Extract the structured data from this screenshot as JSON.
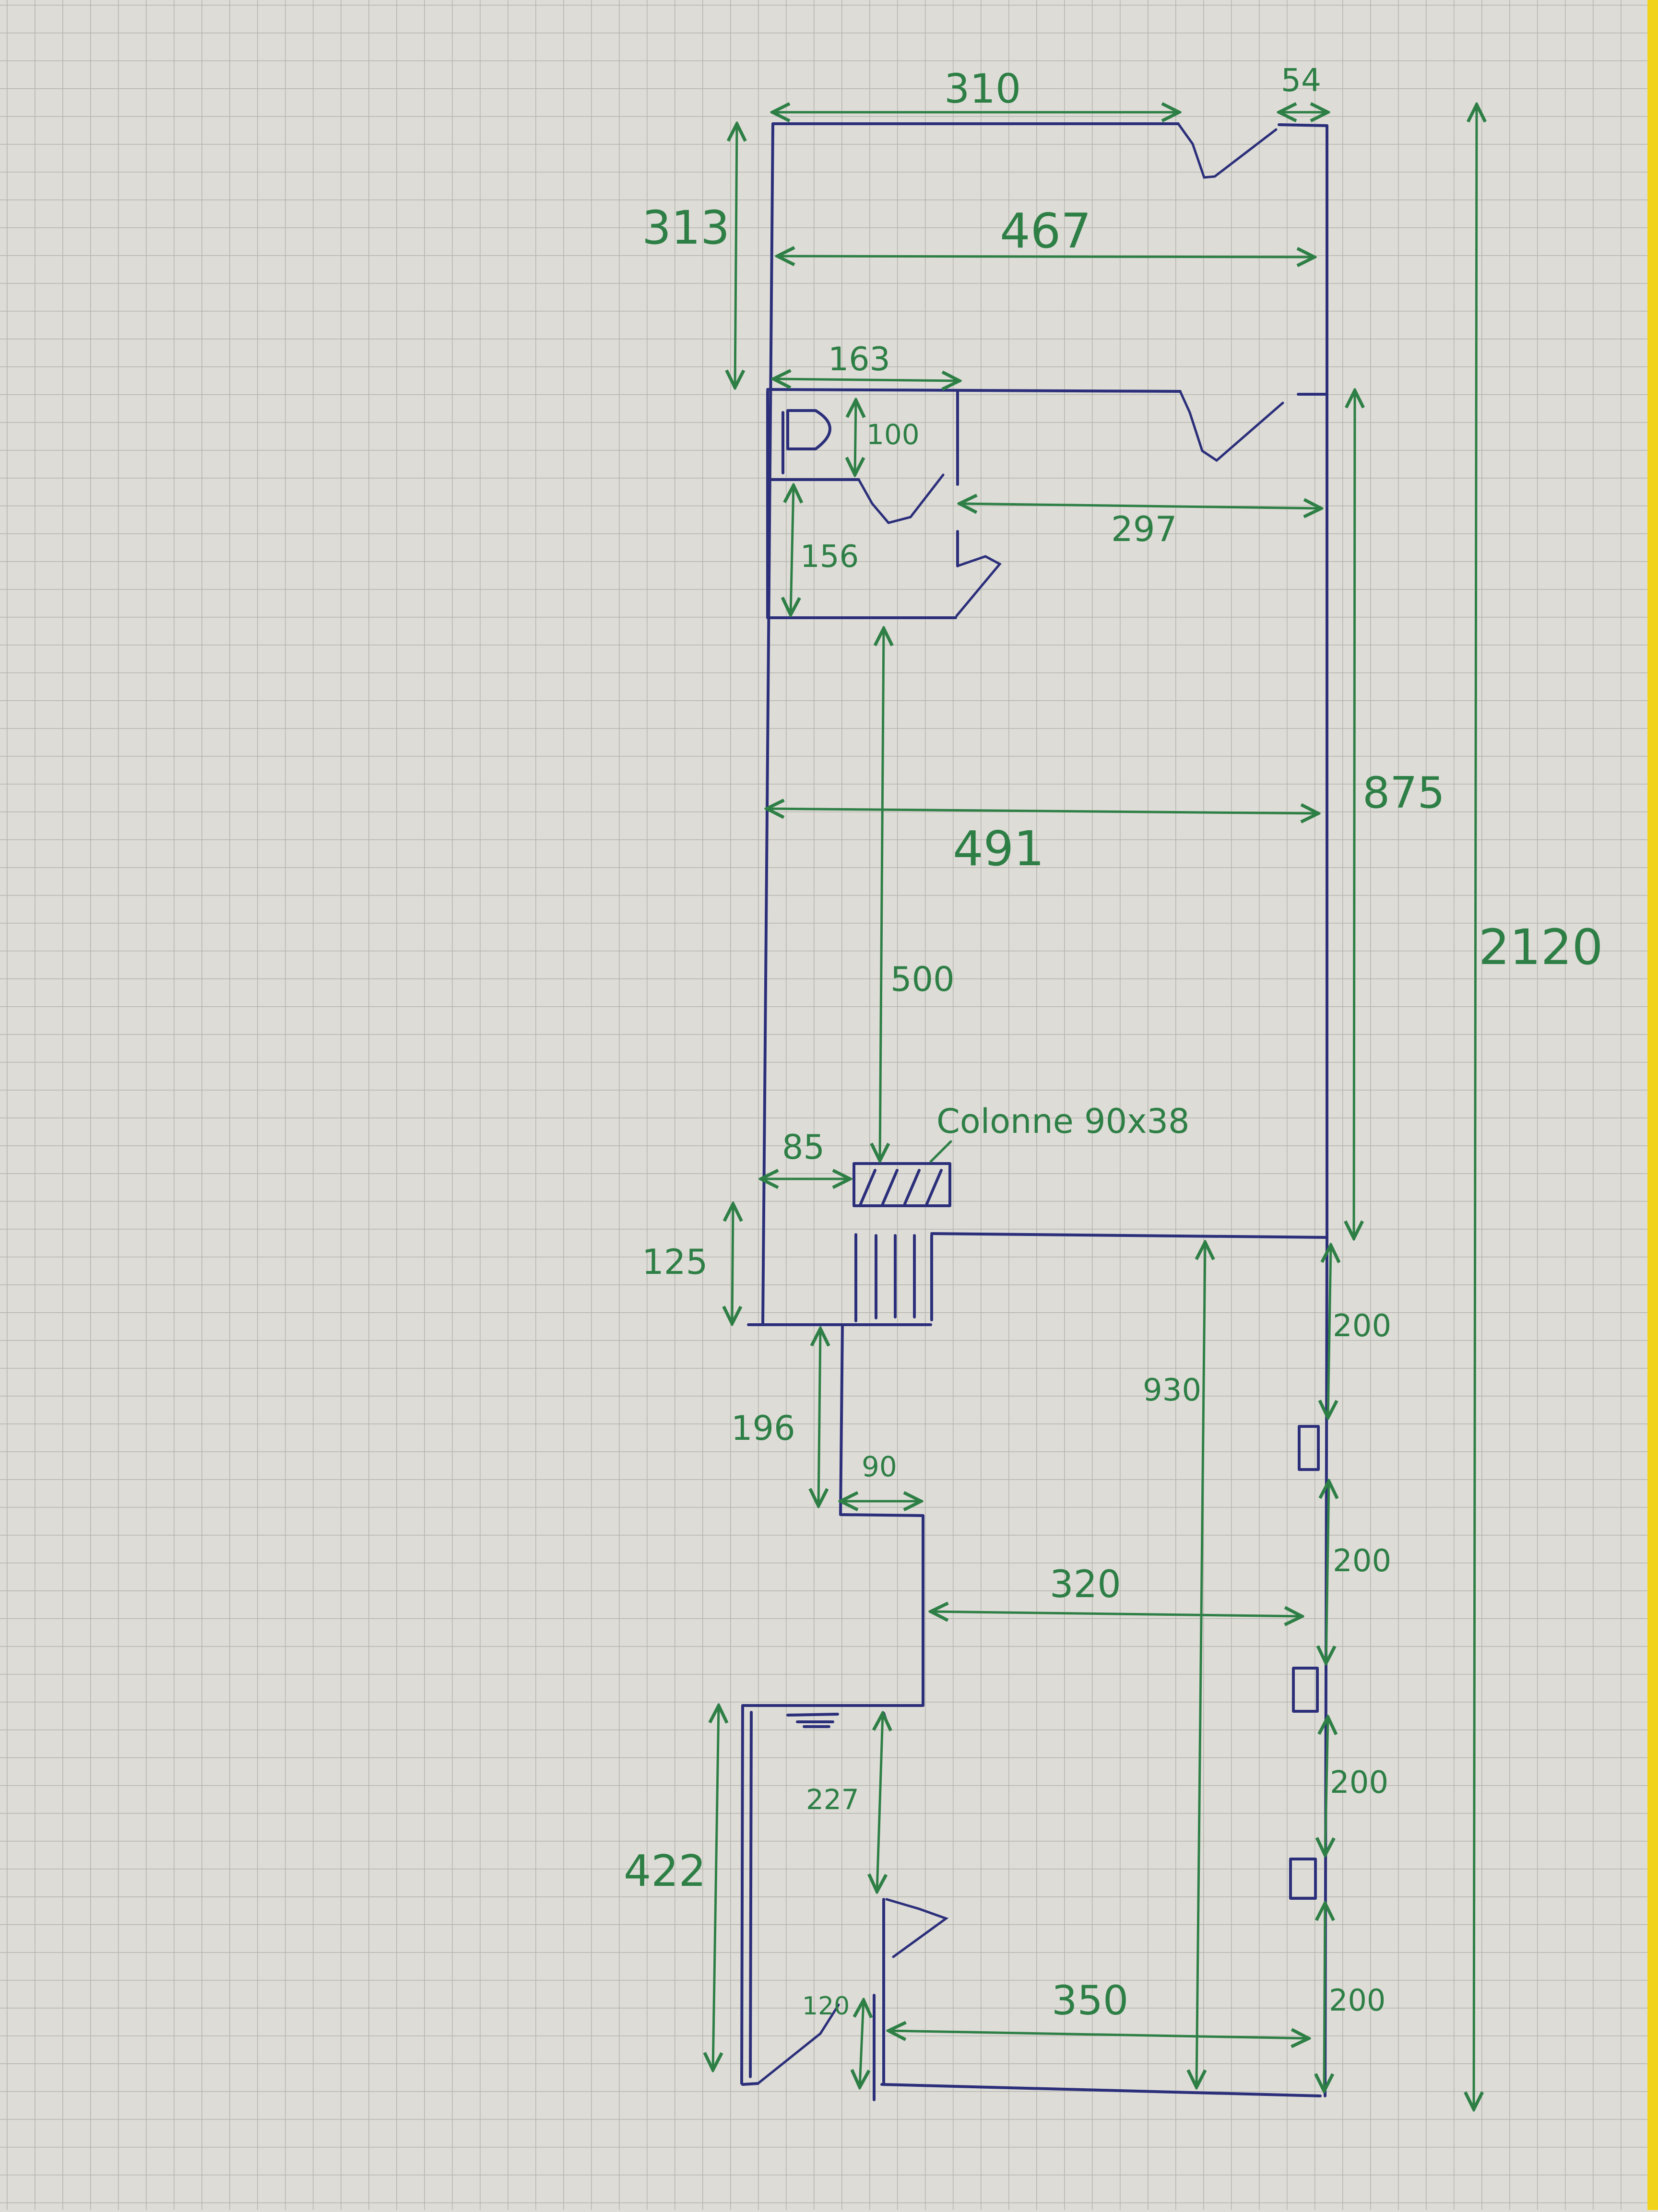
{
  "colors": {
    "paper": "#dedcd7",
    "grid": "#b4b5ad",
    "wall_ink": "#2b2f7a",
    "dimension_ink": "#2e7f46",
    "paper_edge": "#f2d31b"
  },
  "dimensions": {
    "top_width": "310",
    "top_gap": "54",
    "room1_depth": "313",
    "room1_width": "467",
    "wc_width": "163",
    "wc_depth": "100",
    "closet_depth": "156",
    "hall_width": "297",
    "right_span": "875",
    "total_length": "2120",
    "living_width": "491",
    "column_offset": "500",
    "column_label": "Colonne 90x38",
    "column_left": "85",
    "stair_depth": "125",
    "corridor_depth": "196",
    "corridor_width": "90",
    "back_width": "320",
    "back_length": "930",
    "right_segment_1": "200",
    "right_segment_2": "200",
    "right_segment_3": "200",
    "right_segment_4": "200",
    "closet_depth_2": "227",
    "bath_length": "422",
    "door_width": "120",
    "bottom_width": "350"
  }
}
